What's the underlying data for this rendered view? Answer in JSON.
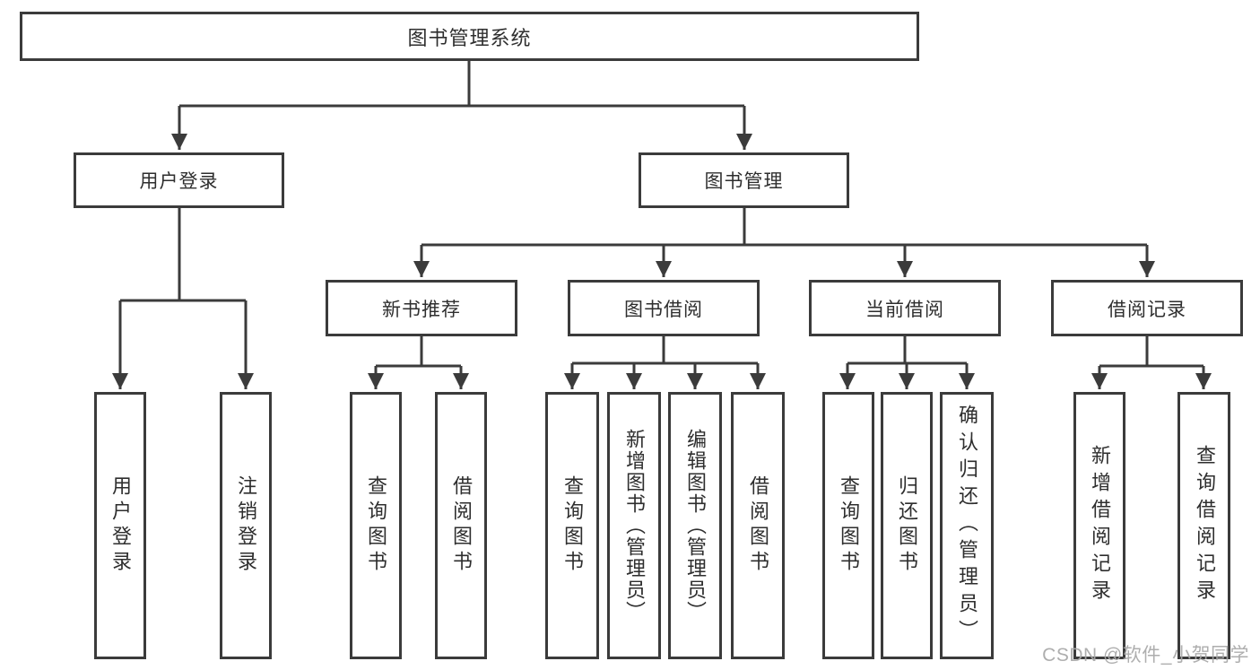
{
  "diagram": {
    "root": {
      "label": "图书管理系统"
    },
    "branches": [
      {
        "label": "用户登录",
        "children": [
          {
            "label": "用户登录"
          },
          {
            "label": "注销登录"
          }
        ]
      },
      {
        "label": "图书管理",
        "children": [
          {
            "label": "新书推荐",
            "children": [
              {
                "label": "查询图书"
              },
              {
                "label": "借阅图书"
              }
            ]
          },
          {
            "label": "图书借阅",
            "children": [
              {
                "label": "查询图书"
              },
              {
                "label": "新增图书（管理员）"
              },
              {
                "label": "编辑图书（管理员）"
              },
              {
                "label": "借阅图书"
              }
            ]
          },
          {
            "label": "当前借阅",
            "children": [
              {
                "label": "查询图书"
              },
              {
                "label": "归还图书"
              },
              {
                "label": "确认归还（管理员）"
              }
            ]
          },
          {
            "label": "借阅记录",
            "children": [
              {
                "label": "新增借阅记录"
              },
              {
                "label": "查询借阅记录"
              }
            ]
          }
        ]
      }
    ]
  },
  "watermark": {
    "text": "CSDN @软件_小贺同学"
  },
  "colors": {
    "line": "#3b3b3b",
    "text": "#2e2e2e",
    "background": "#ffffff",
    "watermark": "#a8a8a8"
  }
}
